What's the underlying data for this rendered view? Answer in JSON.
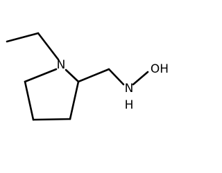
{
  "molecule": {
    "atoms": {
      "n_ring": "N",
      "n_amine": "N",
      "h_amine": "H",
      "o_hydroxyl": "OH"
    }
  }
}
